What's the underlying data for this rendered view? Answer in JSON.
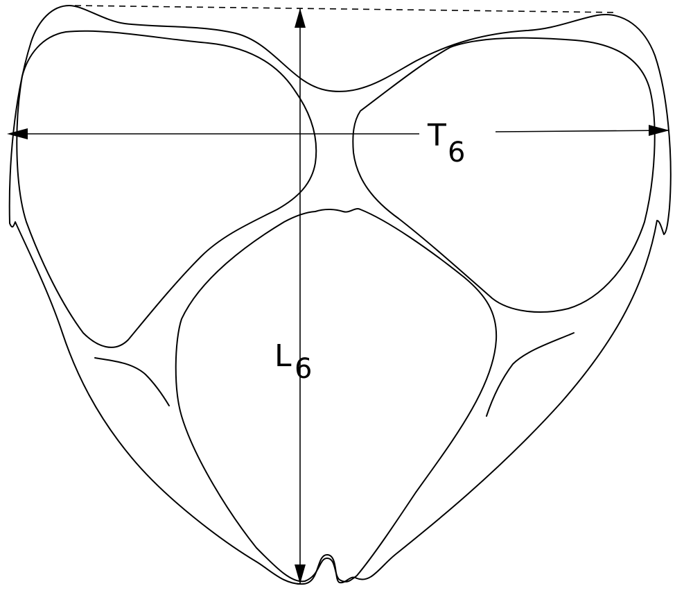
{
  "figure": {
    "labels": {
      "transverse": {
        "main": "T",
        "subscript": "6"
      },
      "longitudinal": {
        "main": "L",
        "subscript": "6"
      }
    },
    "colors": {
      "line": "#000000",
      "background": "#ffffff"
    }
  }
}
